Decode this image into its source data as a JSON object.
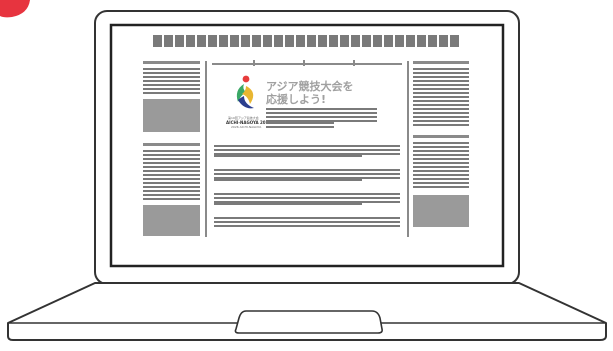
{
  "article": {
    "headline_line1": "アジア競技大会を",
    "headline_line2": "応援しよう!",
    "logo_caption": "第19回アジア競技大会",
    "logo_event": "AICHI-NAGOYA 2026",
    "logo_sub": "2026 AICHI-NAGOYA"
  },
  "colors": {
    "headline": "#a0a0a0",
    "laptop_outline": "#333333",
    "placeholder_block": "#9a9a9a",
    "logo_green": "#3aa866",
    "logo_yellow": "#e8b631",
    "logo_blue": "#2b3e8e",
    "logo_red": "#e73c3c",
    "corner_badge": "#e7343f"
  },
  "icons": {
    "logo": "aichi-nagoya-2026-emblem"
  }
}
